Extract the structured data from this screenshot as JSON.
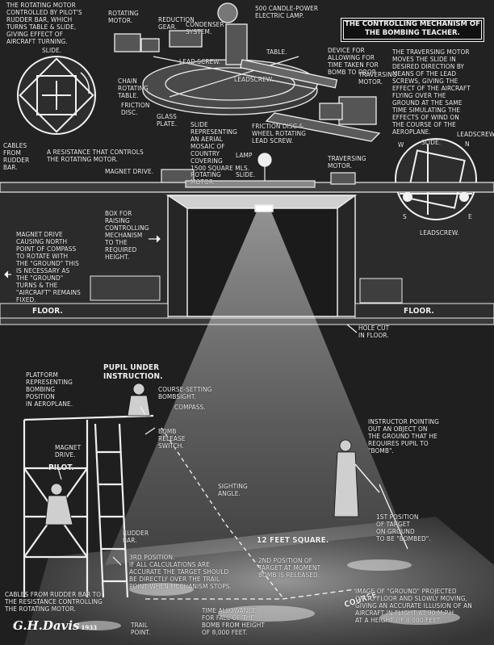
{
  "title": "The controlling mechanism\nof the bombing teacher.",
  "labels": {
    "rotating_motor_pilot": "The rotating motor\ncontrolled by pilot's\nrudder bar, which\nturns table & slide,\ngiving effect of\naircraft turning.",
    "slide_left": "Slide.",
    "rotating_motor_top": "Rotating\nmotor.",
    "reduction_gear": "Reduction\ngear.",
    "condenser_system": "Condenser\nsystem.",
    "candle_lamp": "500 candle-power\nelectric lamp.",
    "table": "Table.",
    "device_time": "Device for\nallowing for\ntime taken for\nbomb to drop.",
    "leadscrew_1": "Lead screw.",
    "leadscrew_2": "Leadscrew.",
    "traversing_motor_top": "Traversing\nmotor.",
    "chain_rotating_table": "Chain\nrotating\ntable.",
    "friction_disc": "Friction\ndisc.",
    "glass_plate": "Glass\nplate.",
    "slide_representing": "Slide\nrepresenting\nan aerial\nmosaic of\ncountry\ncovering\n1500 square mls.",
    "friction_wheel": "Friction disc &\nwheel rotating\nlead screw.",
    "traversing_text": "The traversing motor\nmoves the slide in\ndesired direction by\nmeans of the lead\nscrews, giving the\neffect of the aircraft\nflying over the\nground at the same\ntime simulating the\neffects of wind on\nthe course of the\naeroplane.",
    "leadscrew_right": "Leadscrew.",
    "slide_right": "Slide.",
    "leadscrew_bottom": "Leadscrew.",
    "cables_rudder": "Cables\nfrom\nrudder\nbar.",
    "resistance": "A resistance that controls\nthe rotating motor.",
    "magnet_drive": "Magnet drive.",
    "lamp": "Lamp",
    "rotating_motor_mid": "Rotating\nmotor.",
    "slide_mid": "Slide.",
    "traversing_motor_mid": "Traversing\nmotor.",
    "magnet_drive_causing": "Magnet drive\ncausing north\npoint of compass\nto rotate with\nthe \"ground\" this\nis necessary as\nthe \"ground\"\nturns & the\n\"aircraft\" remains\nfixed.",
    "box_raising": "Box for\nraising\ncontrolling\nmechanism\nto the\nrequired\nheight.",
    "floor_left": "Floor.",
    "floor_right": "Floor.",
    "hole_cut": "Hole cut\nin floor.",
    "platform": "Platform\nrepresenting\nbombing\nposition\nin aeroplane.",
    "pupil": "Pupil under\ninstruction.",
    "course_setting": "Course-setting\nbombsight.",
    "compass": "Compass.",
    "bomb_release": "Bomb\nrelease\nswitch.",
    "magnet_drive_lower": "Magnet\ndrive.",
    "pilot": "Pilot.",
    "instructor": "Instructor pointing\nout an object on\nthe ground that he\nrequires pupil to\n\"bomb\".",
    "sighting_angle": "Sighting\nangle.",
    "twelve_feet": "12 feet square.",
    "first_position": "1st position\nof target\non ground\nto be \"bombed\".",
    "rudder_bar": "Rudder\nbar.",
    "third_position": "3rd position.\nIf all calculations are\naccurate the target should\nbe directly over the trail\npoint when mechanism stops.",
    "second_position": "2nd position of\ntarget at moment\nbomb is released.",
    "course": "Course",
    "image_ground": "Image of \"ground\" projected\non to floor and slowly moving,\ngiving an accurate illusion of an\naircraft in flight at 90 m.p.h.\nat a height of 8,000 feet.",
    "cables_resistance": "Cables from rudder bar to\nthe resistance controlling\nthe rotating motor.",
    "time_allowance": "Time allowance\nfor fall of the\nbomb from height\nof 8,000 feet.",
    "trail_point": "Trail\npoint."
  },
  "compass_letters": {
    "n": "N",
    "e": "E",
    "w": "W",
    "s": "S"
  },
  "signature": {
    "name": "G.H.Davis",
    "year": "1933"
  }
}
